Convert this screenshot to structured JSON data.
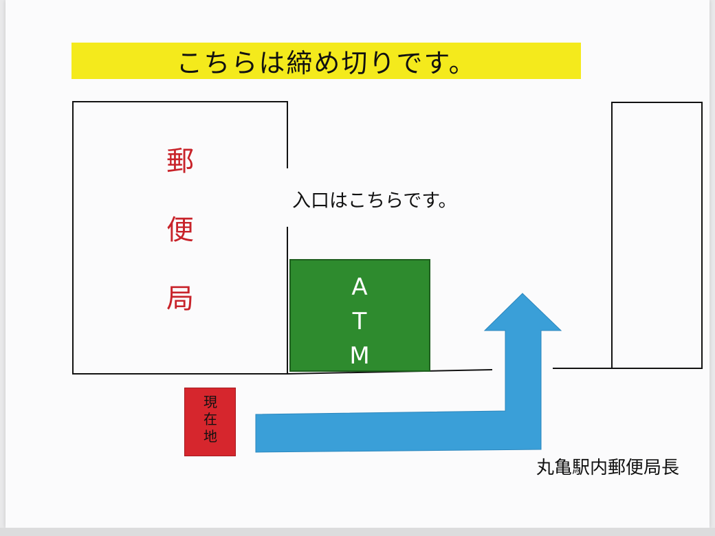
{
  "title": "こちらは締め切りです。",
  "post_office_label": [
    "郵",
    "便",
    "局"
  ],
  "entrance_label": "入口はこちらです。",
  "atm_label": [
    "A",
    "T",
    "M"
  ],
  "current_location_label": [
    "現",
    "在",
    "地"
  ],
  "author_label": "丸亀駅内郵便局長",
  "colors": {
    "title_background": "#f4ea1c",
    "post_office_text": "#c8232a",
    "atm_fill": "#2e8b2e",
    "current_location_fill": "#d6262d",
    "arrow_fill": "#3a9fd8"
  },
  "icons": {
    "route_arrow": "up-arrow-icon"
  }
}
